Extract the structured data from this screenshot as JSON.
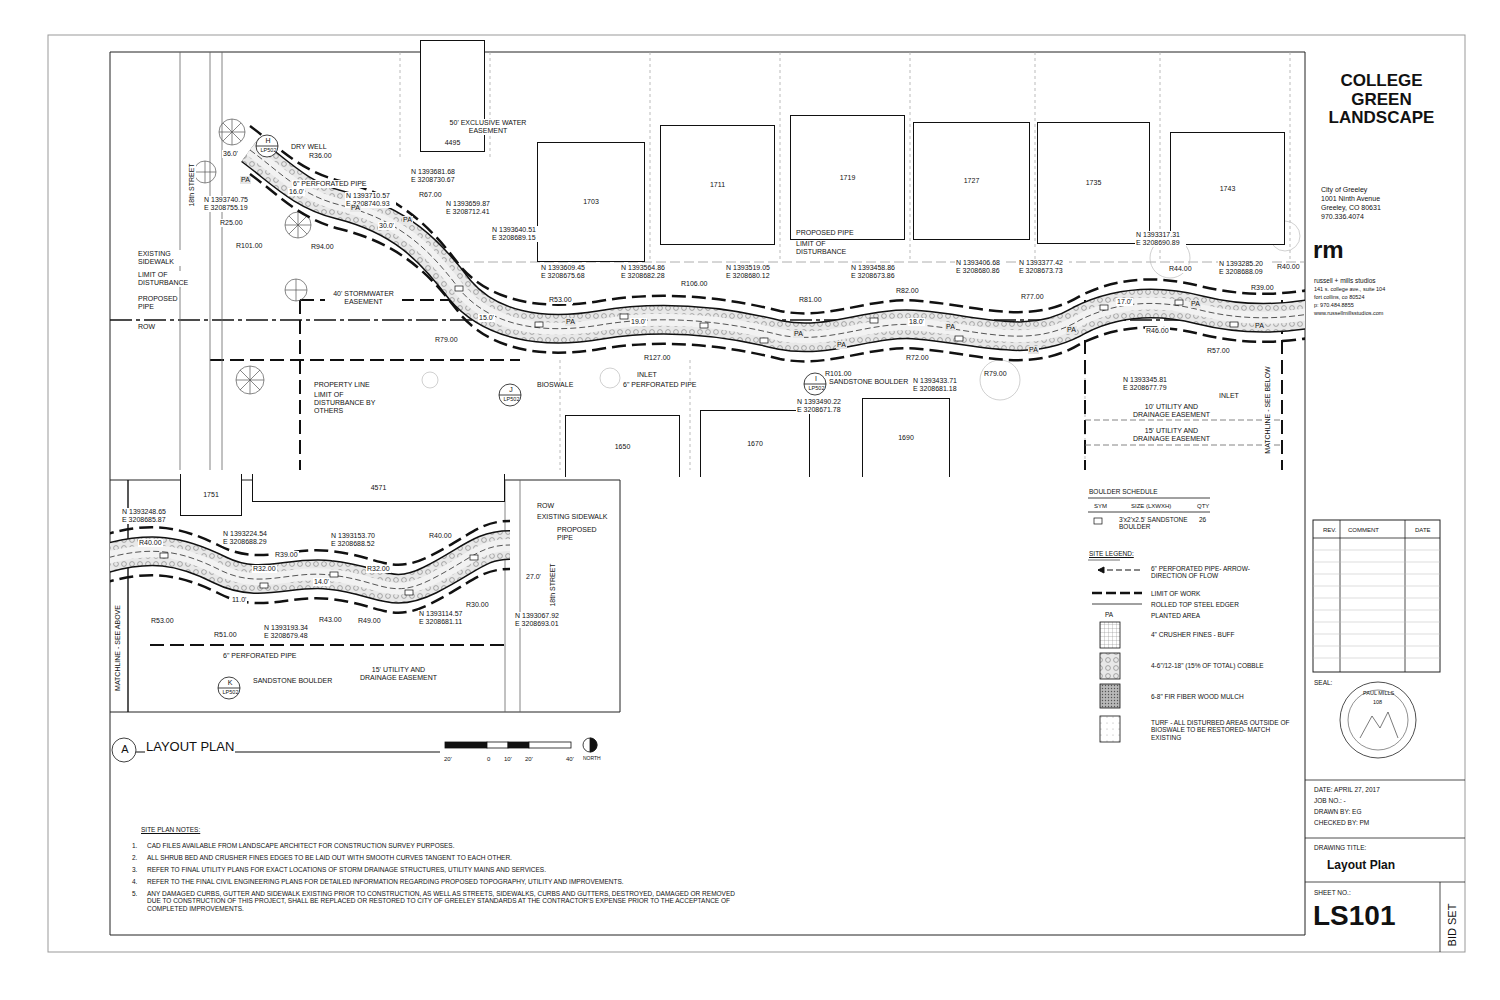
{
  "diagram": {
    "title": "COLLEGE GREEN LANDSCAPE",
    "nodes": [
      {
        "text": [
          "4495"
        ]
      },
      {
        "text": [
          "1703"
        ]
      },
      {
        "text": [
          "1711"
        ]
      },
      {
        "text": [
          "1719"
        ]
      },
      {
        "text": [
          "1727"
        ]
      },
      {
        "text": [
          "1735"
        ]
      },
      {
        "text": [
          "1743"
        ]
      },
      {
        "text": [
          "1650"
        ]
      },
      {
        "text": [
          "1670"
        ]
      },
      {
        "text": [
          "1690"
        ]
      },
      {
        "text": [
          "1751"
        ]
      },
      {
        "text": [
          "4571"
        ]
      }
    ],
    "labels": [
      "DRY WELL",
      "H",
      "LP502",
      "6\" PERFORATED PIPE",
      "N 1393710.57 E 3208740.93",
      "50' EXCLUSIVE WATER EASEMENT",
      "36.0'",
      "R36.00",
      "PA",
      "16.0'",
      "N 1393681.68 E 3208730.67",
      "R67.00",
      "N 1393659.87 E 3208712.41",
      "PA",
      "PA",
      "N 1393740.75 E 3208755.19",
      "R25.00",
      "18th STREET",
      "30.0'",
      "R101.00",
      "R94.00",
      "EXISTING SIDEWALK",
      "LIMIT OF DISTURBANCE",
      "PROPOSED PIPE",
      "ROW",
      "40' STORMWATER EASEMENT",
      "N 1393640.51 E 3208689.15",
      "N 1393609.45 E 3208675.68",
      "N 1393564.86 E 3208682.28",
      "R53.00",
      "R106.00",
      "N 1393519.05 E 3208680.12",
      "PROPOSED PIPE",
      "LIMIT OF DISTURBANCE",
      "N 1393458.86 E 3208673.86",
      "R81.00",
      "R82.00",
      "N 1393406.68 E 3208680.86",
      "N 1393377.42 E 3208673.73",
      "R77.00",
      "N 1393317.31 E 3208690.89",
      "R44.00",
      "N 1393285.20 E 3208688.09",
      "R40.00",
      "R39.00",
      "PA",
      "PA",
      "PA",
      "PA",
      "PA",
      "PA",
      "PA",
      "PA",
      "15.0'",
      "19.0'",
      "18.0'",
      "17.0'",
      "R79.00",
      "R127.00",
      "R101.00",
      "R72.00",
      "R79.00",
      "R46.00",
      "R57.00",
      "PROPERTY LINE",
      "LIMIT OF DISTURBANCE BY OTHERS",
      "INLET",
      "6\" PERFORATED PIPE",
      "BIOSWALE",
      "J",
      "LP502",
      "SANDSTONE BOULDER",
      "I",
      "LP502",
      "N 1393490.22 E 3208671.78",
      "N 1393433.71 E 3208681.18",
      "N 1393345.81 E 3208677.79",
      "INLET",
      "10' UTILITY AND DRAINAGE EASEMENT",
      "15' UTILITY AND DRAINAGE EASEMENT",
      "MATCHLINE - SEE BELOW",
      "N 1393248.65 E 3208685.87",
      "N 1393224.54 E 3208688.29",
      "R40.00",
      "R39.00",
      "N 1393153.70 E 3208688.52",
      "R40.00",
      "ROW",
      "EXISTING SIDEWALK",
      "PROPOSED PIPE",
      "R32.00",
      "R32.00",
      "14.0'",
      "11.0'",
      "27.0'",
      "R30.00",
      "N 1393067.92 E 3208693.01",
      "18th STREET",
      "R53.00",
      "R51.00",
      "N 1393193.34 E 3208679.48",
      "R43.00",
      "R49.00",
      "N 1393114.57 E 3208681.11",
      "6\" PERFORATED PIPE",
      "SANDSTONE BOULDER",
      "K",
      "LP502",
      "15' UTILITY AND DRAINAGE EASEMENT",
      "MATCHLINE - SEE ABOVE",
      "A",
      "LAYOUT PLAN",
      "20'",
      "0",
      "10'",
      "20'",
      "40'",
      "NORTH",
      "BOULDER SCHEDULE",
      "SYM",
      "SIZE (LXWXH)",
      "QTY",
      "3'x2'x2.5' SANDSTONE BOULDER",
      "26",
      "SITE LEGEND:",
      "PA",
      "City of Greeley",
      "1001 Ninth Avenue",
      "Greeley, CO 80631",
      "970.336.4074",
      "rm",
      "russell + mills studios",
      "141 s. college ave., suite 104",
      "fort collins, co 80524",
      "p: 970.484.8855",
      "www.russellmillsstudios.com",
      "REV.",
      "COMMENT",
      "DATE",
      "SEAL:",
      "PAUL MILLS",
      "108",
      "DATE: APRIL 27, 2017",
      "JOB NO.: -",
      "DRAWN BY: EG",
      "CHECKED BY: PM",
      "DRAWING TITLE:",
      "Layout Plan",
      "SHEET NO.:",
      "LS101",
      "BID SET",
      "SITE PLAN NOTES:",
      "1.",
      "CAD FILES AVAILABLE FROM LANDSCAPE ARCHITECT FOR CONSTRUCTION SURVEY PURPOSES.",
      "2.",
      "ALL SHRUB BED AND CRUSHER FINES EDGES TO BE LAID OUT WITH SMOOTH CURVES TANGENT TO EACH OTHER.",
      "3.",
      "REFER TO FINAL UTILITY PLANS FOR EXACT LOCATIONS OF STORM DRAINAGE STRUCTURES, UTILITY MAINS AND SERVICES.",
      "4.",
      "REFER TO THE FINAL CIVIL ENGINEERING PLANS FOR DETAILED INFORMATION REGARDING PROPOSED TOPOGRAPHY, UTILITY AND IMPROVEMENTS.",
      "5.",
      "ANY DAMAGED CURBS, GUTTER AND SIDEWALK EXISTING PRIOR TO CONSTRUCTION, AS WELL AS STREETS, SIDEWALKS, CURBS AND GUTTERS, DESTROYED, DAMAGED OR REMOVED DUE TO CONSTRUCTION OF THIS PROJECT, SHALL BE REPLACED OR RESTORED TO CITY OF GREELEY STANDARDS AT THE CONTRACTOR'S EXPENSE PRIOR TO THE ACCEPTANCE OF COMPLETED IMPROVEMENTS."
    ],
    "legend": [
      {
        "text": "6\" PERFORATED PIPE- ARROW- DIRECTION OF FLOW"
      },
      {
        "text": "LIMIT OF WORK"
      },
      {
        "text": "ROLLED TOP STEEL EDGER"
      },
      {
        "text": "PLANTED AREA"
      },
      {
        "text": "4\" CRUSHER FINES - BUFF"
      },
      {
        "text": "4-6\"/12-18\" (15% OF TOTAL) COBBLE"
      },
      {
        "text": "6-8\" FIR FIBER WOOD MULCH"
      },
      {
        "text": "TURF - ALL DISTURBED AREAS OUTSIDE OF BIOSWALE TO BE RESTORED- MATCH EXISTING"
      }
    ]
  }
}
